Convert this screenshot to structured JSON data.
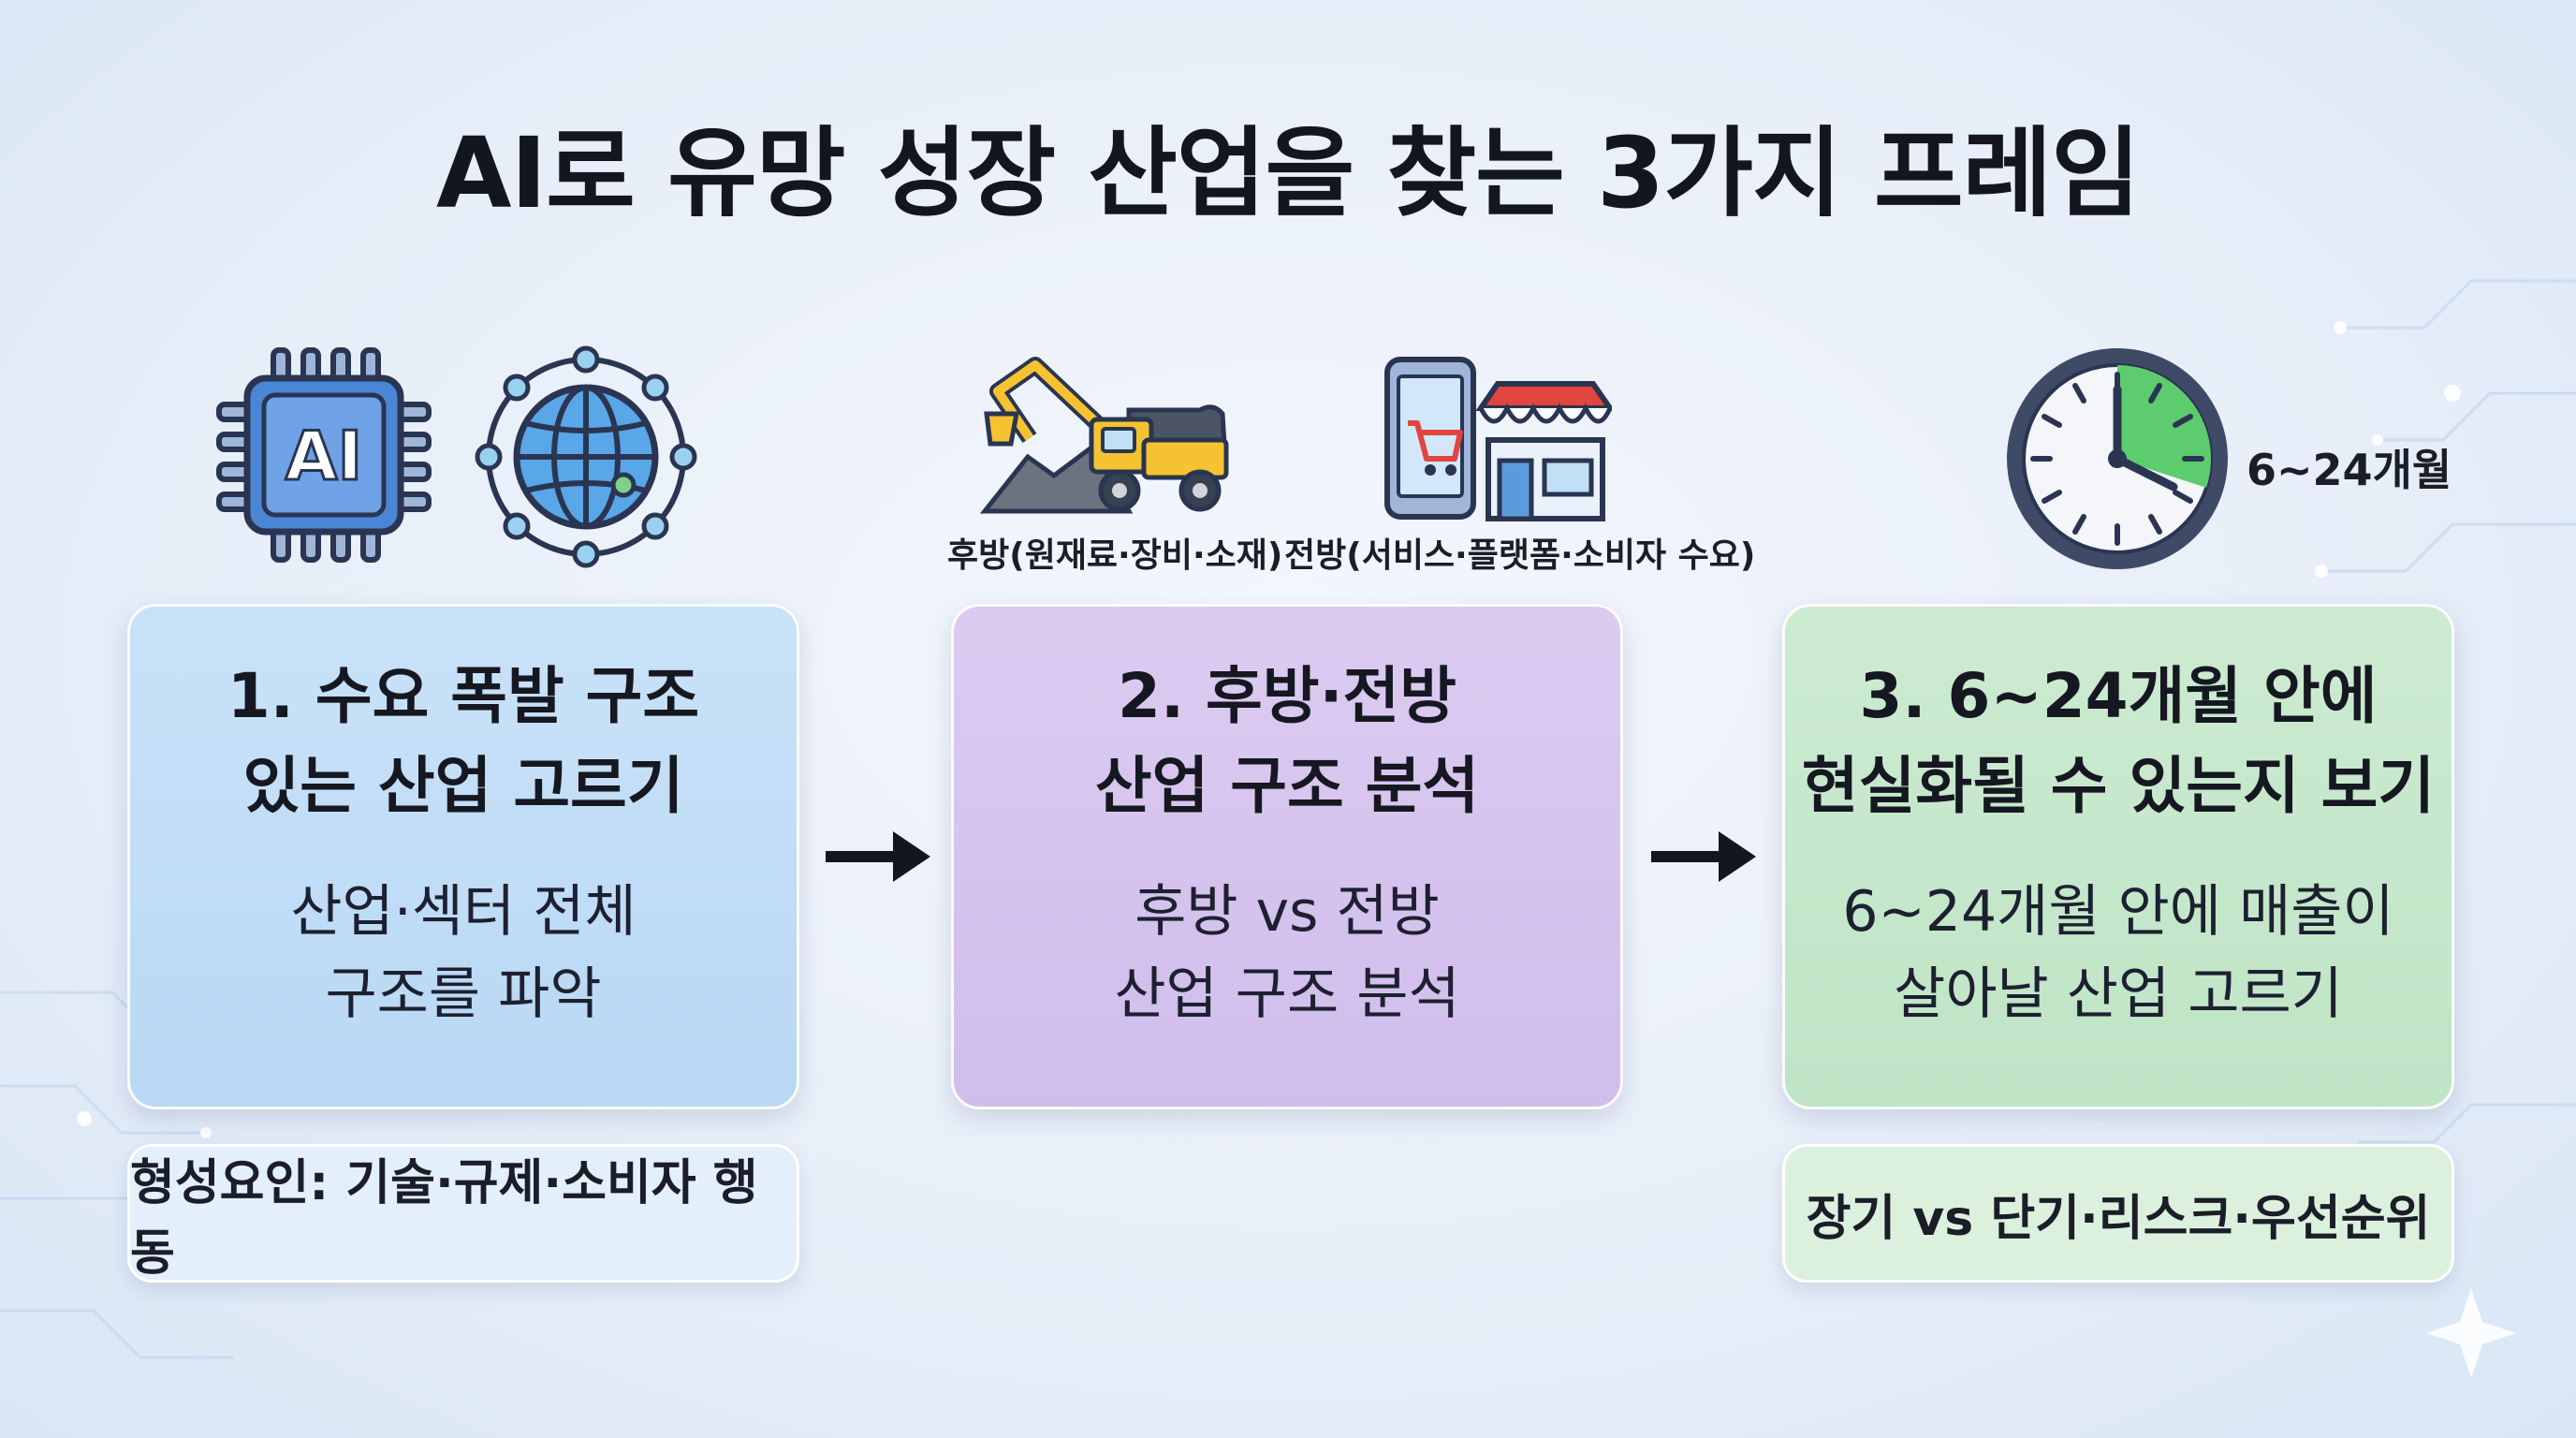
{
  "title": "AI로 유망 성장 산업을 찾는 3가지 프레임",
  "icons": {
    "chip": "ai-chip-icon",
    "globe": "globe-network-icon",
    "excavator": "excavator-truck-icon",
    "shop": "phone-shop-icon",
    "clock": "clock-icon",
    "chip_text": "AI"
  },
  "captions": {
    "upstream": "후방(원재료·장비·소재)",
    "downstream": "전방(서비스·플랫폼·소비자 수요)",
    "timeframe": "6~24개월"
  },
  "cards": [
    {
      "heading": "1. 수요 폭발 구조\n있는 산업 고르기",
      "body": "산업·섹터 전체\n구조를 파악",
      "color": "#bcd9f4"
    },
    {
      "heading": "2. 후방·전방\n산업 구조 분석",
      "body": "후방 vs 전방\n산업 구조 분석",
      "color": "#d3c0ed"
    },
    {
      "heading": "3. 6~24개월 안에\n현실화될 수 있는지 보기",
      "body": "6~24개월 안에 매출이\n살아날 산업 고르기",
      "color": "#c2e6c9"
    }
  ],
  "subboxes": {
    "left": "형성요인: 기술·규제·소비자 행동",
    "right": "장기 vs 단기·리스크·우선순위"
  },
  "clock_progress": 0.3,
  "colors": {
    "accent_blue": "#4a86d6",
    "accent_yellow": "#f5c331",
    "accent_green": "#5ccc6e",
    "clock_ring": "#3e4a66"
  }
}
